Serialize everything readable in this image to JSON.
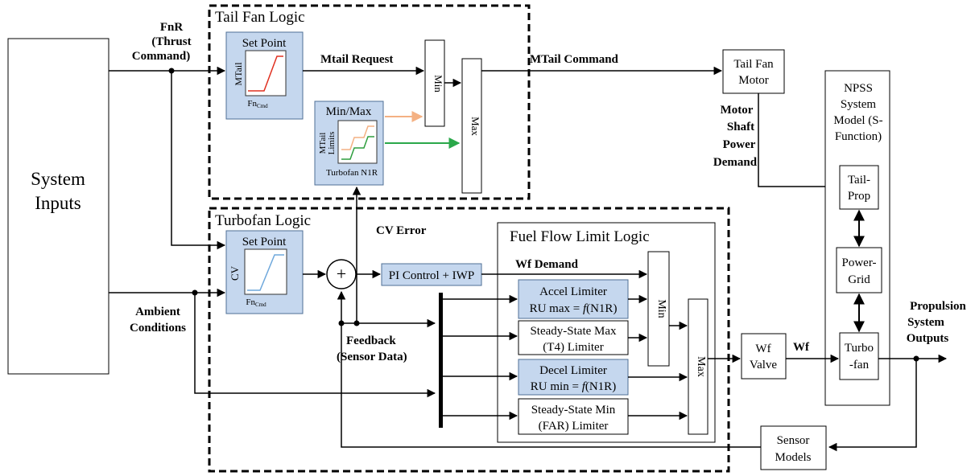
{
  "diagram": {
    "regions": {
      "tail_fan_logic": "Tail Fan Logic",
      "turbofan_logic": "Turbofan Logic",
      "fuel_flow_limit_logic": "Fuel Flow Limit Logic"
    },
    "blocks": {
      "system_inputs": [
        "System",
        "Inputs"
      ],
      "tail_set_point": {
        "title": "Set Point",
        "ylabel": "MTail",
        "xlabel": "Fn",
        "xlabel_sub": "Cmd"
      },
      "minmax": {
        "title": "Min/Max",
        "ylabel1": "MTail",
        "ylabel2": "Limits",
        "xlabel": "Turbofan N1R"
      },
      "tail_min": "Min",
      "tail_max": "Max",
      "tail_fan_motor": [
        "Tail Fan",
        "Motor"
      ],
      "npss": [
        "NPSS",
        "System",
        "Model (S-",
        "Function)"
      ],
      "tail_prop": [
        "Tail-",
        "Prop"
      ],
      "power_grid": [
        "Power-",
        "Grid"
      ],
      "turbofan": [
        "Turbo",
        "-fan"
      ],
      "turbo_set_point": {
        "title": "Set Point",
        "ylabel": "CV",
        "xlabel": "Fn",
        "xlabel_sub": "Cmd"
      },
      "sum_symbol": "+",
      "pi_control": "PI Control + IWP",
      "accel_limiter": [
        "Accel Limiter",
        "RU max = ",
        "f",
        "(N1R)"
      ],
      "ss_max_limiter": [
        "Steady-State Max",
        "(T4) Limiter"
      ],
      "decel_limiter": [
        "Decel Limiter",
        "RU min = ",
        "f",
        "(N1R)"
      ],
      "ss_min_limiter": [
        "Steady-State Min",
        "(FAR) Limiter"
      ],
      "fuel_min": "Min",
      "fuel_max": "Max",
      "wf_valve": [
        "Wf",
        "Valve"
      ],
      "sensor_models": [
        "Sensor",
        "Models"
      ]
    },
    "signals": {
      "fnr": [
        "FnR",
        "(Thrust",
        "Command)"
      ],
      "mtail_request": "Mtail Request",
      "mtail_command": "MTail Command",
      "motor_shaft": [
        "Motor",
        "Shaft",
        "Power",
        "Demand"
      ],
      "cv_error": "CV Error",
      "wf_demand": "Wf Demand",
      "ambient": [
        "Ambient",
        "Conditions"
      ],
      "feedback": [
        "Feedback",
        "(Sensor Data)"
      ],
      "wf": "Wf",
      "propulsion_outputs": [
        "Propulsion",
        "System",
        "Outputs"
      ]
    },
    "colors": {
      "block_fill": "#c5d7ee",
      "block_stroke": "#4f6f95",
      "tail_curve": "#e03020",
      "cv_curve": "#6fa8dc",
      "limit_upper": "#f4b183",
      "limit_lower": "#2e9e3e",
      "arrow_orange": "#f4b183",
      "arrow_green": "#2aa84a"
    }
  }
}
